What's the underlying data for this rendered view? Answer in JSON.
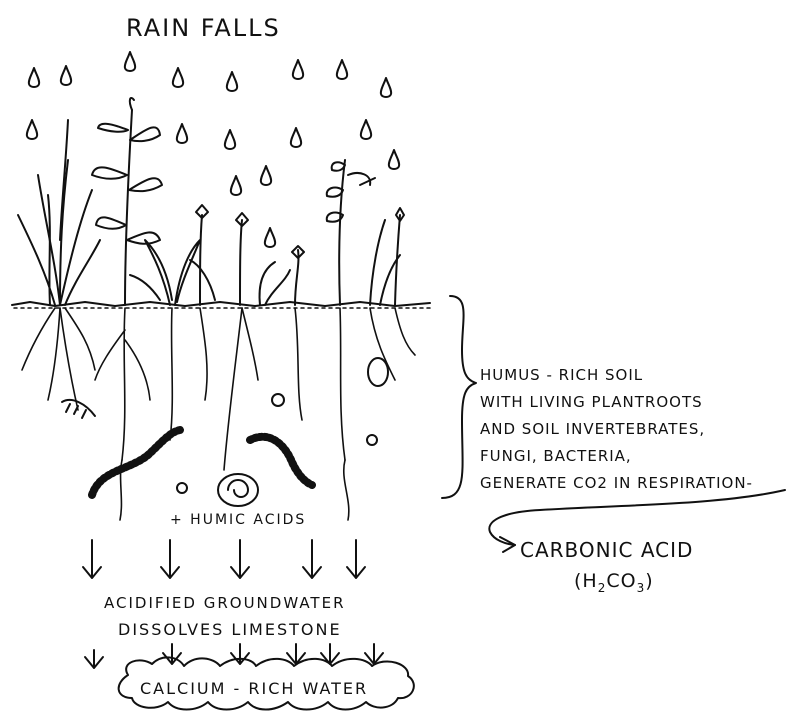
{
  "title": "RAIN FALLS",
  "soil_description": [
    "HUMUS - RICH SOIL",
    "WITH LIVING PLANTROOTS",
    "AND SOIL INVERTEBRATES,",
    "FUNGI, BACTERIA,",
    "GENERATE CO2 IN RESPIRATION-"
  ],
  "humic_label": "+ HUMIC ACIDS",
  "result_label": "CARBONIC ACID",
  "result_formula": {
    "open": "(H",
    "sub1": "2",
    "mid": "CO",
    "sub2": "3",
    "close": ")"
  },
  "groundwater_line1": "ACIDIFIED GROUNDWATER",
  "groundwater_line2": "DISSOLVES LIMESTONE",
  "final_label": "CALCIUM - RICH WATER",
  "colors": {
    "ink": "#111111",
    "paper": "#ffffff"
  }
}
